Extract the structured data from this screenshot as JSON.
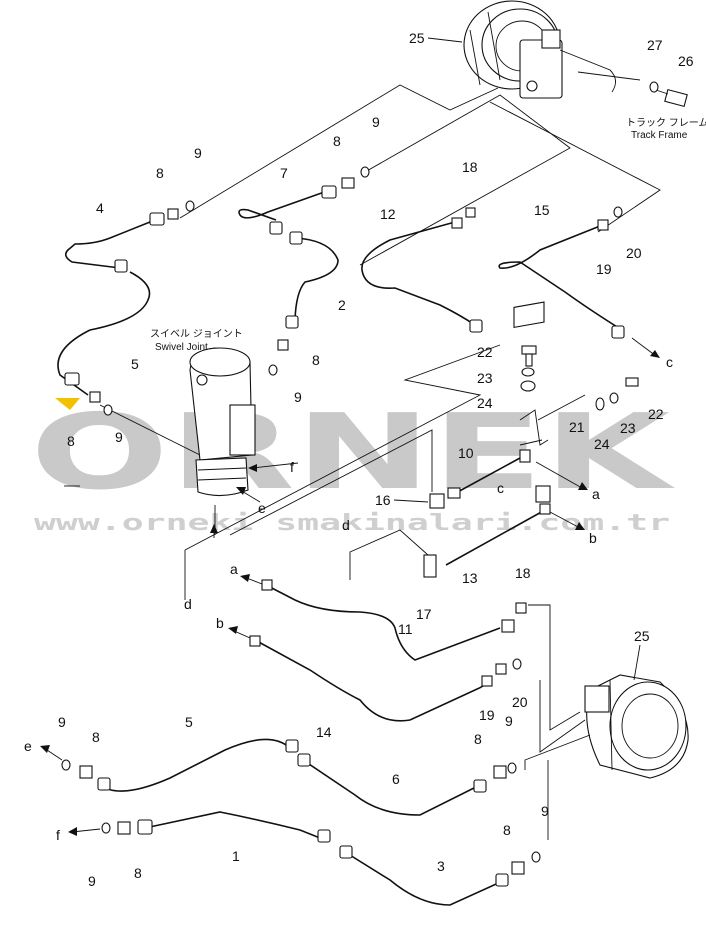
{
  "watermark": {
    "brand": "ORNEK",
    "url": "www.orneki smakinalari.com.tr",
    "colors": {
      "letters": "#c9c9c9",
      "accent": "#f2c200"
    }
  },
  "annotations": {
    "swivel_jp": "スイベル ジョイント",
    "swivel_en": "Swivel Joint",
    "track_jp": "トラック フレーム",
    "track_en": "Track Frame"
  },
  "labels": {
    "p1": "1",
    "p2": "2",
    "p3": "3",
    "p4": "4",
    "p5a": "5",
    "p5b": "5",
    "p6": "6",
    "p7": "7",
    "p8a": "8",
    "p8b": "8",
    "p8c": "8",
    "p8d": "8",
    "p8e": "8",
    "p8f": "8",
    "p8g": "8",
    "p9a": "9",
    "p9b": "9",
    "p9c": "9",
    "p9d": "9",
    "p9e": "9",
    "p9f": "9",
    "p9g": "9",
    "p9h": "9",
    "p10": "10",
    "p11": "11",
    "p12": "12",
    "p13": "13",
    "p14": "14",
    "p15": "15",
    "p16": "16",
    "p17": "17",
    "p18a": "18",
    "p18b": "18",
    "p19a": "19",
    "p19b": "19",
    "p20a": "20",
    "p20b": "20",
    "p21": "21",
    "p22a": "22",
    "p22b": "22",
    "p23a": "23",
    "p23b": "23",
    "p24a": "24",
    "p24b": "24",
    "p25a": "25",
    "p25b": "25",
    "p26": "26",
    "p27": "27"
  },
  "connection_letters": {
    "a1": "a",
    "a2": "a",
    "b1": "b",
    "b2": "b",
    "c1": "c",
    "c2": "c",
    "d1": "d",
    "d2": "d",
    "e1": "e",
    "e2": "e",
    "f1": "f",
    "f2": "f"
  }
}
